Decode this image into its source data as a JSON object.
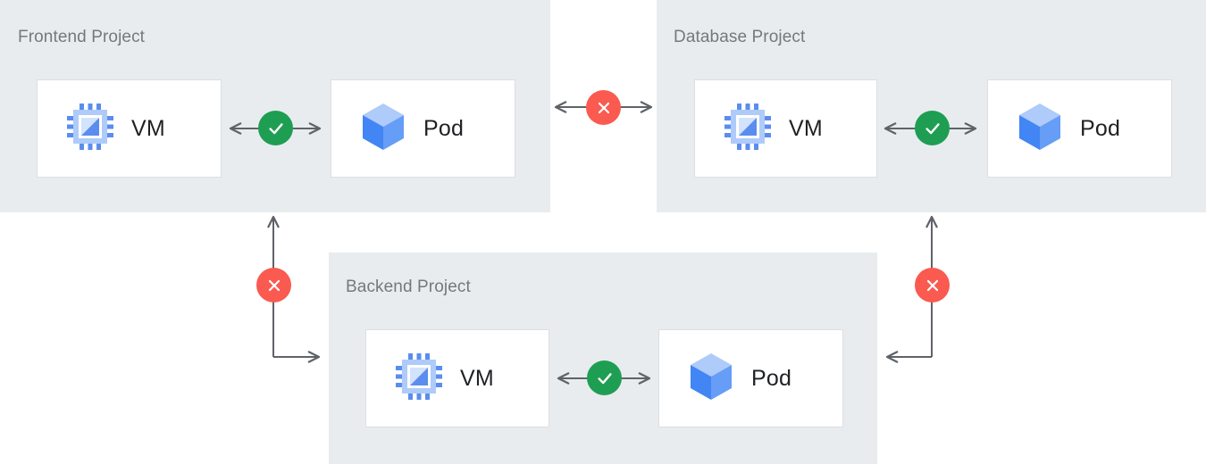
{
  "diagram": {
    "title_hidden": "",
    "colors": {
      "panel_bg": "#e8ecef",
      "card_bg": "#ffffff",
      "card_border": "#dcdfe2",
      "title_text": "#73797d",
      "label_text": "#1f2124",
      "connector": "#5f6368",
      "status_ok": "#1e9e52",
      "status_blocked": "#fa5a50",
      "icon_blue_dark": "#4285f4",
      "icon_blue_mid": "#669df6",
      "icon_blue_light": "#aecbfa",
      "icon_blue_pale": "#d2e3fc"
    }
  },
  "projects": [
    {
      "id": "frontend",
      "title": "Frontend Project",
      "nodes": [
        {
          "id": "frontend-vm",
          "label": "VM",
          "icon": "vm-chip-icon"
        },
        {
          "id": "frontend-pod",
          "label": "Pod",
          "icon": "pod-cube-icon"
        }
      ],
      "internal_link": {
        "status": "allowed",
        "icon": "check-circle-icon",
        "direction": "bidirectional"
      }
    },
    {
      "id": "database",
      "title": "Database Project",
      "nodes": [
        {
          "id": "database-vm",
          "label": "VM",
          "icon": "vm-chip-icon"
        },
        {
          "id": "database-pod",
          "label": "Pod",
          "icon": "pod-cube-icon"
        }
      ],
      "internal_link": {
        "status": "allowed",
        "icon": "check-circle-icon",
        "direction": "bidirectional"
      }
    },
    {
      "id": "backend",
      "title": "Backend Project",
      "nodes": [
        {
          "id": "backend-vm",
          "label": "VM",
          "icon": "vm-chip-icon"
        },
        {
          "id": "backend-pod",
          "label": "Pod",
          "icon": "pod-cube-icon"
        }
      ],
      "internal_link": {
        "status": "allowed",
        "icon": "check-circle-icon",
        "direction": "bidirectional"
      }
    }
  ],
  "cross_links": [
    {
      "id": "frontend-to-database",
      "from": "frontend",
      "to": "database",
      "status": "blocked",
      "icon": "x-circle-icon",
      "direction": "bidirectional"
    },
    {
      "id": "frontend-to-backend",
      "from": "frontend",
      "to": "backend",
      "status": "blocked",
      "icon": "x-circle-icon",
      "direction": "bidirectional"
    },
    {
      "id": "database-to-backend",
      "from": "database",
      "to": "backend",
      "status": "blocked",
      "icon": "x-circle-icon",
      "direction": "bidirectional"
    }
  ]
}
